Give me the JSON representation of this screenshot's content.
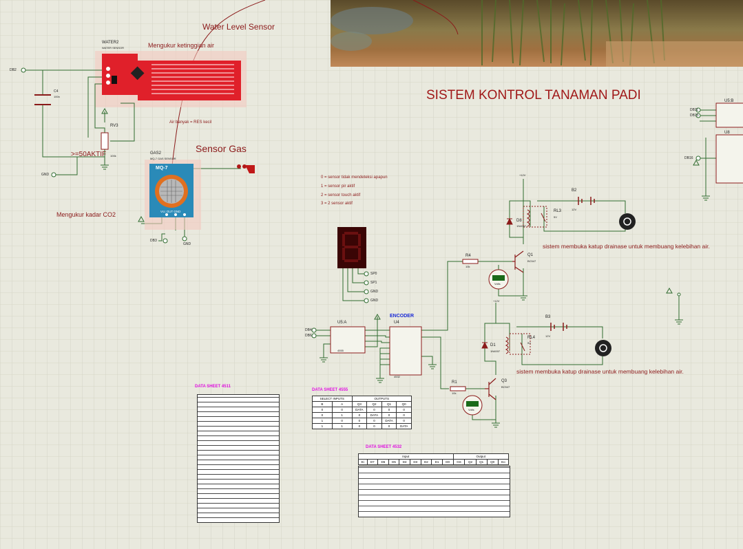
{
  "title": "SISTEM KONTROL TANAMAN PADI",
  "labels": {
    "water_level_sensor": "Water Level Sensor",
    "mengukur_ketinggian": "Mengukur ketinggian air",
    "sensor_gas": "Sensor Gas",
    "mengukur_co2": "Mengukur kadar CO2",
    "air_banyak": "Air banyak = RES kecil",
    "aktif": ">=50AKTIF",
    "encoder": "ENCODER",
    "drainase_1": "sistem membuka katup drainase untuk membuang kelebihan air.",
    "drainase_2": "sistem membuka katup drainase untuk membuang kelebihan air."
  },
  "legend": [
    "0 = sensor tidak mendeteksi apapun",
    "1 = sensor pir aktif",
    "2 = sensor touch aktif",
    "3 = 2 sensor aktif"
  ],
  "components": {
    "water2": "WATER2",
    "water_sensor": "WATER SENSOR",
    "c4": "C4",
    "c4_val": "100n",
    "rv3": "RV3",
    "rv3_val": "100k",
    "gas2": "GAS2",
    "gas_sensor": "MQ-7 GAS SENSOR",
    "mq": "MQ-7",
    "pins": "Vcc OUT GND",
    "u5a": "U5:A",
    "u5a_part": "4555",
    "u4": "U4",
    "u4_part": "4532",
    "u5b": "U5:B",
    "u8": "U8",
    "r4": "R4",
    "r4_val": "10k",
    "r1": "R1",
    "r1_val": "10k",
    "q1": "Q1",
    "q1_part": "BC547",
    "q3": "Q3",
    "q3_part": "BC547",
    "d8": "D8",
    "d8_part": "1N4007",
    "d1": "D1",
    "d1_part": "1N4007",
    "rl3": "RL3",
    "rl3_val": "5V",
    "rl4": "RL4",
    "rl4_val": "5V",
    "b2": "B2",
    "b2_val": "12V",
    "b3": "B3",
    "b3_val": "12V",
    "plus12v": "+12V",
    "volts": "Volts"
  },
  "nets": {
    "db2": "DB2",
    "db3": "DB3",
    "gnd": "GND",
    "db4": "DB4",
    "db6": "DB6",
    "db11": "DB11",
    "db15": "DB15",
    "db16": "DB16",
    "sp0": "SP0",
    "sp1": "SP1"
  },
  "datasheets": {
    "ds4511": "DATA SHEET 4511",
    "ds4555": "DATA SHEET 4555",
    "ds4532": "DATA SHEET 4532",
    "ds4555_head": [
      "SELECT INPUTS",
      "OUTPUTS"
    ],
    "ds4555_cols": [
      "B",
      "A",
      "Q3",
      "Q2",
      "Q1",
      "Q0"
    ],
    "ds4555_rows": [
      [
        "0",
        "0",
        "DATA",
        "0",
        "0",
        "0"
      ],
      [
        "0",
        "1",
        "0",
        "DATA",
        "0",
        "0"
      ],
      [
        "1",
        "0",
        "0",
        "0",
        "DATA",
        "0"
      ],
      [
        "1",
        "1",
        "0",
        "0",
        "0",
        "DATA"
      ]
    ],
    "ds4532_head": [
      "Input",
      "Output"
    ],
    "ds4532_cols": [
      "Ei",
      "D7",
      "D6",
      "D5",
      "D4",
      "D3",
      "D2",
      "D1",
      "D0",
      "GS",
      "Q2",
      "Q1",
      "Q0",
      "Eo"
    ]
  },
  "colors": {
    "background": "#e9e9de",
    "grid": "#cfcfc0",
    "wire": "#2f6b2f",
    "component": "#8b1a1a",
    "title": "#a01818",
    "encoder": "#1a2ad8",
    "datasheet_title": "#e010e0"
  }
}
